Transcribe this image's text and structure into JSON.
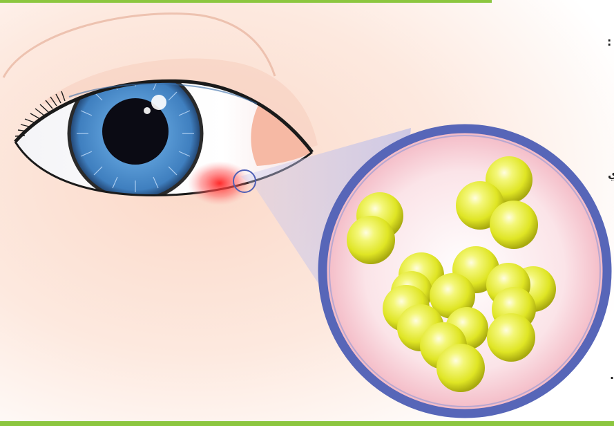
{
  "colors": {
    "top_rule": "#8cc63f",
    "bottom_rule": "#8cc63f",
    "skin": "#fbe3d8",
    "iris": "#4a86c4",
    "pupil": "#0b0b14",
    "inflammation": "#ff2a2a",
    "lens_ring": "#5766b8",
    "lens_fill": "#f8d4da",
    "bacteria": "#e8ef30"
  },
  "icons": {
    "eye": "eye-illustration",
    "magnifier": "magnifier-circle",
    "bacteria": "bacteria-cluster"
  },
  "edge_glyphs": [
    ":",
    "ي",
    "."
  ]
}
